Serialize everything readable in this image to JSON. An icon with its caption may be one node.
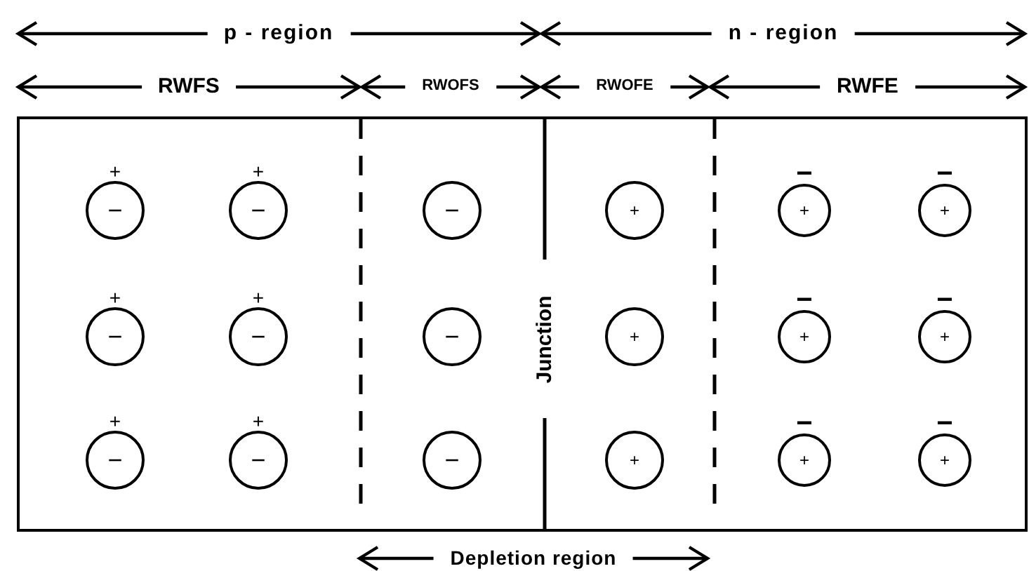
{
  "diagram": {
    "nodes": [
      {
        "text": [],
        "shape": "box"
      },
      {
        "text": [
          "−"
        ],
        "beside": [
          "+"
        ],
        "in": 0
      },
      {
        "text": [
          "−"
        ],
        "beside": [
          "+"
        ],
        "in": 0
      },
      {
        "text": [
          "−"
        ],
        "in": 0
      },
      {
        "text": [
          "+"
        ],
        "in": 0
      },
      {
        "text": [
          "+"
        ],
        "beside": [
          "−"
        ],
        "in": 0
      },
      {
        "text": [
          "+"
        ],
        "beside": [
          "−"
        ],
        "in": 0
      },
      {
        "text": [
          "−"
        ],
        "beside": [
          "+"
        ],
        "in": 0
      },
      {
        "text": [
          "−"
        ],
        "beside": [
          "+"
        ],
        "in": 0
      },
      {
        "text": [
          "−"
        ],
        "in": 0
      },
      {
        "text": [
          "+"
        ],
        "in": 0
      },
      {
        "text": [
          "+"
        ],
        "beside": [
          "−"
        ],
        "in": 0
      },
      {
        "text": [
          "+"
        ],
        "beside": [
          "−"
        ],
        "in": 0
      },
      {
        "text": [
          "−"
        ],
        "beside": [
          "+"
        ],
        "in": 0
      },
      {
        "text": [
          "−"
        ],
        "beside": [
          "+"
        ],
        "in": 0
      },
      {
        "text": [
          "−"
        ],
        "in": 0
      },
      {
        "text": [
          "+"
        ],
        "in": 0
      },
      {
        "text": [
          "+"
        ],
        "beside": [
          "−"
        ],
        "in": 0
      },
      {
        "text": [
          "+"
        ],
        "beside": [
          "−"
        ],
        "in": 0
      }
    ],
    "edges": [],
    "labels": [
      "p - region",
      "n - region",
      "RWFS",
      "RWOFS",
      "RWOFE",
      "RWFE",
      "Junction",
      "Depletion region"
    ]
  }
}
